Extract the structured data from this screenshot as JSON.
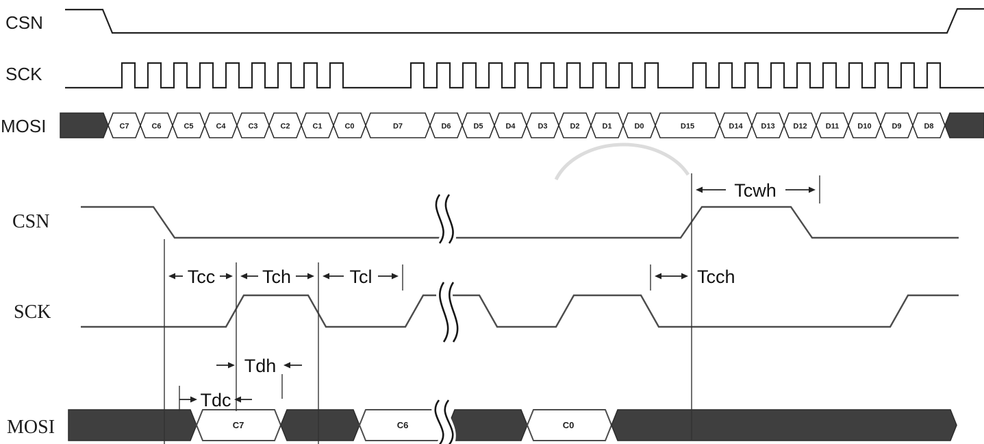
{
  "top_diagram": {
    "signals": {
      "csn": "CSN",
      "sck": "SCK",
      "mosi": "MOSI"
    },
    "mosi_cells": [
      "C7",
      "C6",
      "C5",
      "C4",
      "C3",
      "C2",
      "C1",
      "C0",
      "D7",
      "D6",
      "D5",
      "D4",
      "D3",
      "D2",
      "D1",
      "D0",
      "D15",
      "D14",
      "D13",
      "D12",
      "D11",
      "D10",
      "D9",
      "D8"
    ]
  },
  "bottom_diagram": {
    "signals": {
      "csn": "CSN",
      "sck": "SCK",
      "mosi": "MOSI"
    },
    "timing_labels": {
      "tcwh": "Tcwh",
      "tcc": "Tcc",
      "tch": "Tch",
      "tcl": "Tcl",
      "tcch": "Tcch",
      "tdh": "Tdh",
      "tdc": "Tdc"
    },
    "mosi_cells": [
      "C7",
      "C6",
      "C0"
    ]
  },
  "colors": {
    "line": "#222222",
    "bus_fill": "#3f3f3f",
    "background": "#ffffff",
    "watermark": "#c9c9c9"
  }
}
